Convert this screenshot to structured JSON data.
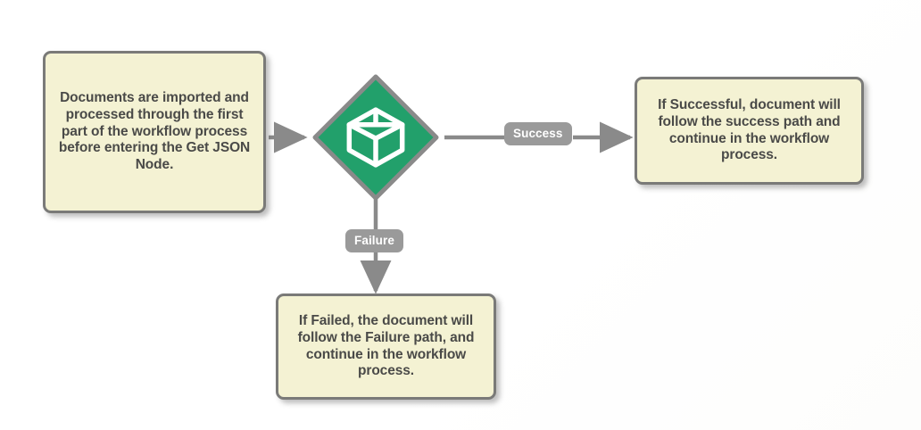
{
  "diagram": {
    "type": "flowchart",
    "title": "Get JSON Node workflow branching",
    "background_color": "#ffffff",
    "box_fill_color": "#f4f2d3",
    "box_border_color": "#7a7a78",
    "box_text_color": "#4a4a48",
    "node_fill_color": "#22a06b",
    "node_border_color": "#7a7a78",
    "node_icon_color": "#ffffff",
    "connector_color": "#8a8a8a",
    "label_fill_color": "#9a9a9a",
    "label_text_color": "#ffffff"
  },
  "nodes": {
    "source_note": {
      "id": "note-source",
      "text": "Documents are imported and processed through the first part of the workflow process before entering the Get JSON Node."
    },
    "decision": {
      "id": "decision",
      "shape": "diamond",
      "icon": "cube-wireframe-icon",
      "label": ""
    },
    "success_note": {
      "id": "note-success",
      "text": "If Successful, document will follow the success path and continue in the workflow process."
    },
    "failure_note": {
      "id": "note-failure",
      "text": "If Failed, the document will follow the Failure path, and continue in the workflow process."
    }
  },
  "edges": [
    {
      "id": "edge-source-to-decision",
      "from": "source_note",
      "to": "decision",
      "direction": "right",
      "label": ""
    },
    {
      "id": "edge-decision-to-success",
      "from": "decision",
      "to": "success_note",
      "direction": "right",
      "label": "Success"
    },
    {
      "id": "edge-decision-to-failure",
      "from": "decision",
      "to": "failure_note",
      "direction": "down",
      "label": "Failure"
    }
  ],
  "labels": {
    "success": "Success",
    "failure": "Failure"
  }
}
